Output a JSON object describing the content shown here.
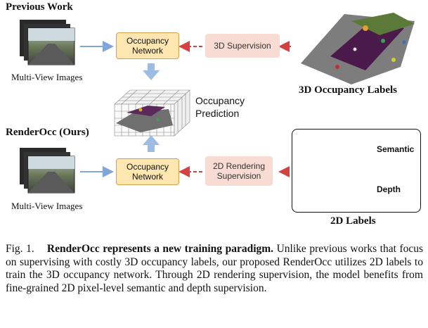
{
  "top": {
    "heading": "Previous Work",
    "images_label": "Multi-View Images",
    "network_label": "Occupancy Network",
    "supervision_label": "3D Supervision",
    "labels_caption": "3D Occupancy Labels"
  },
  "center": {
    "prediction_label": "Occupancy Prediction"
  },
  "bottom": {
    "heading": "RenderOcc (Ours)",
    "images_label": "Multi-View Images",
    "network_label": "Occupancy Network",
    "supervision_label": "2D Rendering Supervision",
    "semantic_label": "Semantic",
    "depth_label": "Depth",
    "labels_caption": "2D Labels"
  },
  "caption": {
    "fig_number": "Fig. 1.",
    "bold_sentence": "RenderOcc represents a new training paradigm.",
    "body": "Unlike previous works that focus on supervising with costly 3D occupancy labels, our proposed RenderOcc utilizes 2D labels to train the 3D occupancy network. Through 2D rendering supervision, the model benefits from fine-grained 2D pixel-level semantic and depth supervision."
  },
  "colors": {
    "network_fill": "#fde6b0",
    "network_border": "#d4a24a",
    "supervision_fill": "#f8dcd3",
    "blue_arrow": "#7fa6d6",
    "red_dashed_arrow": "#d64040"
  }
}
